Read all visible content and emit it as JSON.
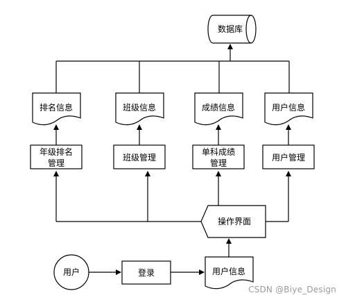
{
  "nodes": {
    "database": "数据库",
    "doc_ranking": "排名信息",
    "doc_class": "班级信息",
    "doc_score": "成绩信息",
    "doc_user": "用户信息",
    "proc_ranking": [
      "年级排名",
      "管理"
    ],
    "proc_class": "班级管理",
    "proc_score": [
      "单科成绩",
      "管理"
    ],
    "proc_user": "用户管理",
    "interface": "操作界面",
    "user": "用户",
    "login": "登录",
    "user_info": "用户信息"
  },
  "watermark": "CSDN @Biye_Design"
}
